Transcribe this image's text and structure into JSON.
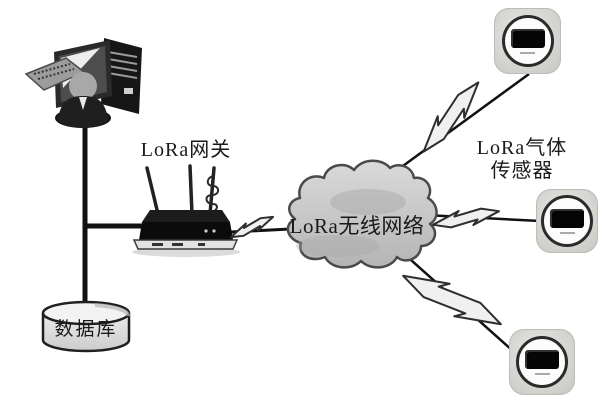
{
  "labels": {
    "gateway": "LoRa网关",
    "cloud": "LoRa无线网络",
    "sensor_line1": "LoRa气体",
    "sensor_line2": "传感器",
    "database": "数据库"
  },
  "colors": {
    "line": "#111111",
    "cloud_fill_light": "#d8d8d8",
    "cloud_fill_dark": "#b9b9b9",
    "cloud_stroke": "#4a4a4a",
    "bolt_fill": "#f0f0f0",
    "bolt_stroke": "#2e2e2e",
    "device_fill": "#dcdcda",
    "text": "#1a1a1a"
  },
  "structure": {
    "nodes": [
      "operator-workstation",
      "database",
      "lora-gateway",
      "lora-wireless-network-cloud",
      "gas-sensor-top",
      "gas-sensor-middle",
      "gas-sensor-bottom"
    ],
    "edges": [
      [
        "operator-workstation",
        "lora-gateway"
      ],
      [
        "operator-workstation",
        "database"
      ],
      [
        "lora-gateway",
        "lora-wireless-network-cloud"
      ],
      [
        "lora-wireless-network-cloud",
        "gas-sensor-top"
      ],
      [
        "lora-wireless-network-cloud",
        "gas-sensor-middle"
      ],
      [
        "lora-wireless-network-cloud",
        "gas-sensor-bottom"
      ]
    ]
  }
}
